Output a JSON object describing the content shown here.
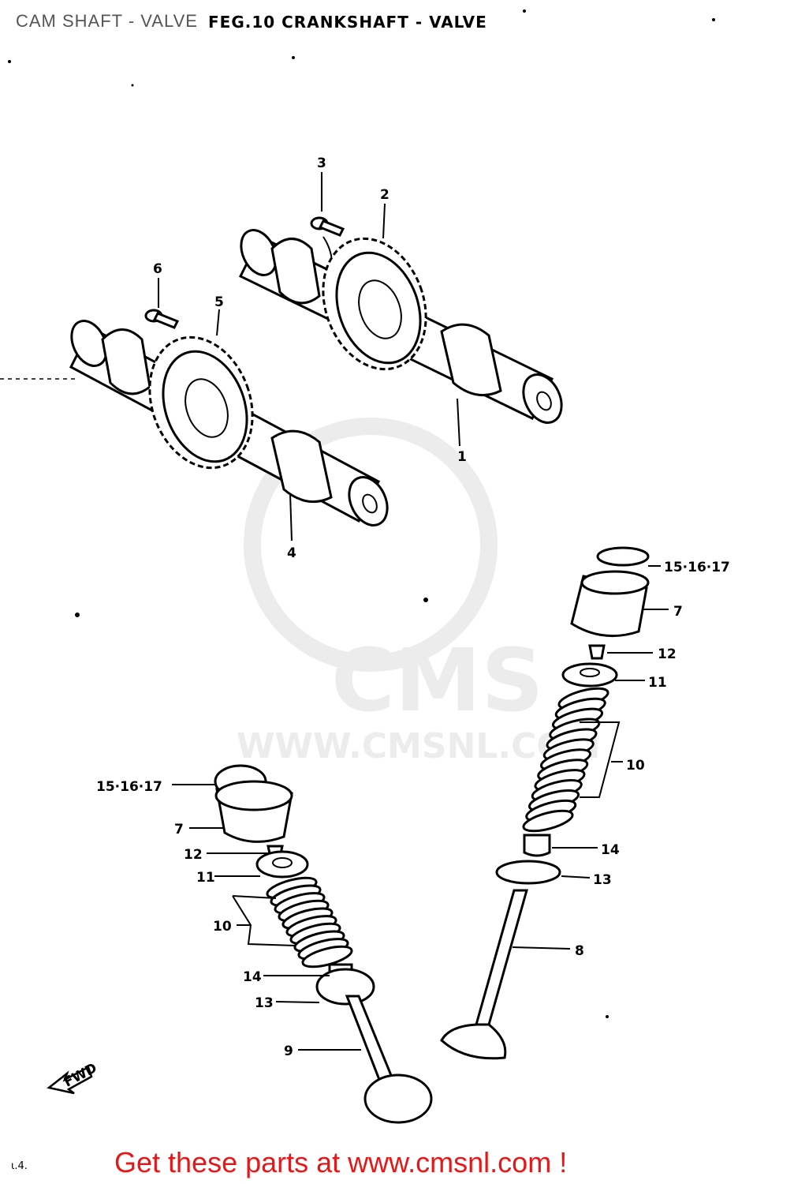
{
  "header": {
    "overlay_title": "CAM SHAFT - VALVE",
    "figure_title": "FEG.10   CRANKSHAFT - VALVE"
  },
  "watermark": {
    "brand": "CMS",
    "url": "WWW.CMSNL.COM"
  },
  "callouts": {
    "c1": "1",
    "c2": "2",
    "c3": "3",
    "c4": "4",
    "c5": "5",
    "c6": "6",
    "c7a": "7",
    "c7b": "7",
    "c8": "8",
    "c9": "9",
    "c10a": "10",
    "c10b": "10",
    "c11a": "11",
    "c11b": "11",
    "c12a": "12",
    "c12b": "12",
    "c13a": "13",
    "c13b": "13",
    "c14a": "14",
    "c14b": "14",
    "c15a": "15·16·17",
    "c15b": "15·16·17"
  },
  "fwd_label": "FWD",
  "corner_code": "ɩ.4.",
  "footer": {
    "text": "Get these parts at www.cmsnl.com !"
  },
  "colors": {
    "footer_text": "#e41818",
    "overlay_title": "#555555",
    "watermark": "#ececec",
    "line_art": "#000000"
  }
}
